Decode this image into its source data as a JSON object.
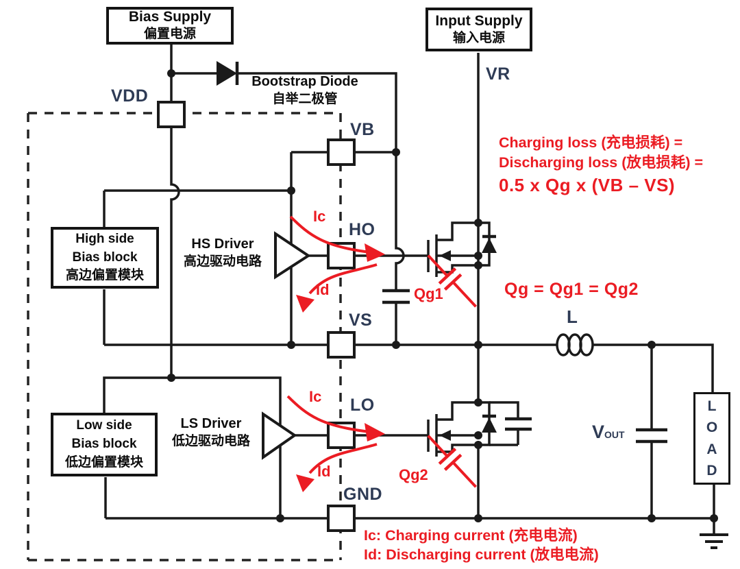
{
  "colors": {
    "annotation_red": "#EB1C23",
    "pin_label_navy": "#2E3B55",
    "wire_black": "#1A1A1A"
  },
  "boxes": {
    "bias_supply": {
      "en": "Bias Supply",
      "cn": "偏置电源"
    },
    "input_supply": {
      "en": "Input Supply",
      "cn": "输入电源"
    },
    "high_side_bias": {
      "l1": "High side",
      "l2": "Bias block",
      "l3": "高边偏置模块"
    },
    "low_side_bias": {
      "l1": "Low side",
      "l2": "Bias block",
      "l3": "低边偏置模块"
    },
    "load": {
      "l1": "L",
      "l2": "O",
      "l3": "A",
      "l4": "D"
    }
  },
  "labels": {
    "bootstrap_diode": {
      "en": "Bootstrap Diode",
      "cn": "自举二极管"
    },
    "hs_driver": {
      "en": "HS Driver",
      "cn": "高边驱动电路"
    },
    "ls_driver": {
      "en": "LS Driver",
      "cn": "低边驱动电路"
    },
    "vdd": "VDD",
    "vr": "VR",
    "vb": "VB",
    "ho": "HO",
    "vs": "VS",
    "lo": "LO",
    "gnd": "GND",
    "inductor": "L",
    "vout_v": "V",
    "vout_sub": "OUT"
  },
  "annotations": {
    "charging_l1": "Charging loss (充电损耗) =",
    "charging_l2": "Discharging loss (放电损耗) =",
    "charging_l3": "0.5 x Qg x (VB – VS)",
    "qg_equation": "Qg = Qg1 = Qg2",
    "qg1": "Qg1",
    "qg2": "Qg2",
    "ic_hs": "Ic",
    "id_hs": "Id",
    "ic_ls": "Ic",
    "id_ls": "Id",
    "legend_ic": "Ic: Charging current (充电电流)",
    "legend_id": "Id: Discharging current (放电电流)"
  }
}
